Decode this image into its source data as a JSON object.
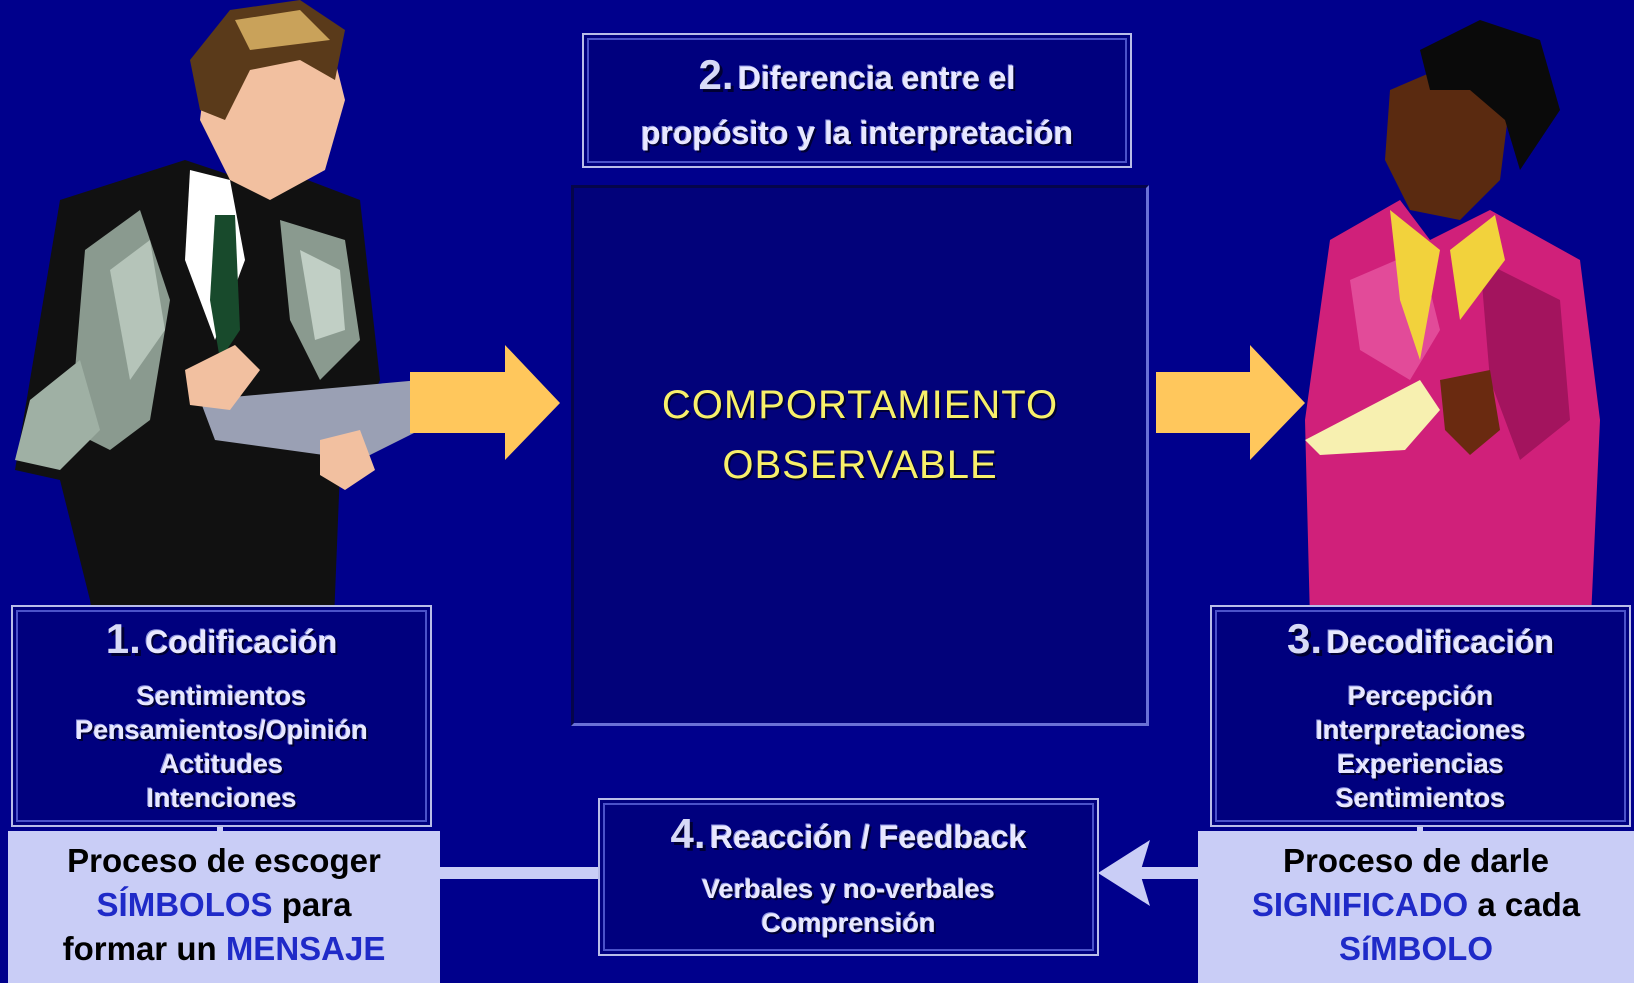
{
  "step2": {
    "number": "2",
    "title_line1": "Diferencia entre el",
    "title_line2": "propósito y la interpretación"
  },
  "center": {
    "line1": "COMPORTAMIENTO",
    "line2": "OBSERVABLE"
  },
  "step1": {
    "number": "1",
    "title": "Codificación",
    "items": [
      "Sentimientos",
      "Pensamientos/Opinión",
      "Actitudes",
      "Intenciones"
    ]
  },
  "step3": {
    "number": "3",
    "title": "Decodificación",
    "items": [
      "Percepción",
      "Interpretaciones",
      "Experiencias",
      "Sentimientos"
    ]
  },
  "step4": {
    "number": "4",
    "title": "Reacción / Feedback",
    "items": [
      "Verbales y no-verbales",
      "Comprensión"
    ]
  },
  "left_note": {
    "line1": "Proceso de escoger",
    "line2_highlight": "SÍMBOLOS",
    "line2_rest": " para",
    "line3_pre": "formar un ",
    "line3_highlight": "MENSAJE"
  },
  "right_note": {
    "line1": "Proceso de darle",
    "line2_highlight": "SIGNIFICADO",
    "line2_rest": " a cada",
    "line3_highlight": "SíMBOLO"
  },
  "colors": {
    "background": "#00008c",
    "arrow": "#ffc75c",
    "highlight": "#1f2ac8",
    "center_text": "#f7f06a"
  }
}
